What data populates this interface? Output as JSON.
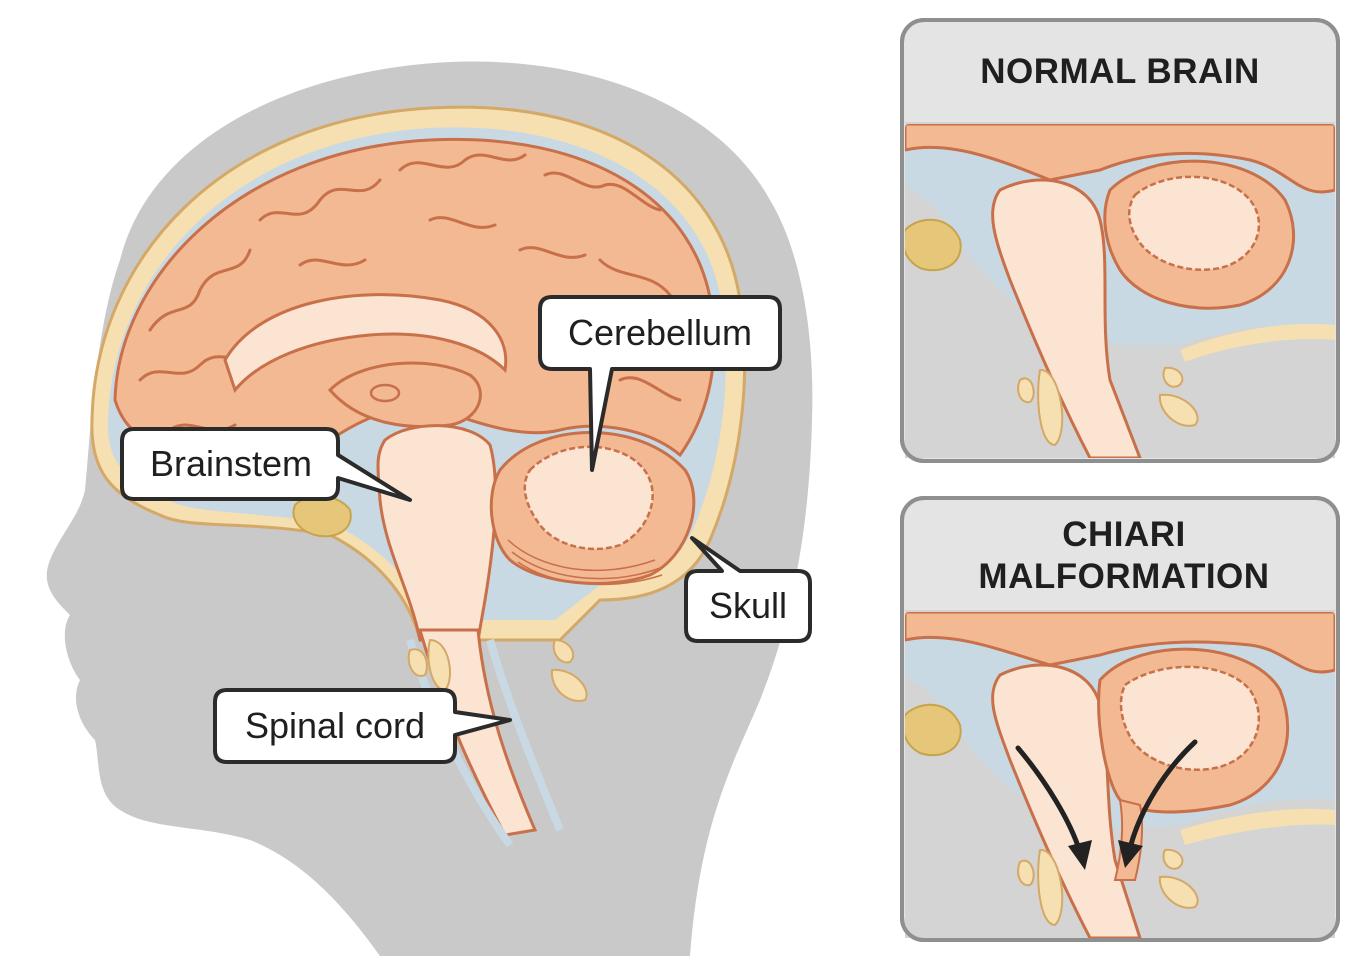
{
  "labels": {
    "cerebellum": "Cerebellum",
    "brainstem": "Brainstem",
    "skull": "Skull",
    "spinal_cord": "Spinal cord"
  },
  "panels": {
    "normal_title": "NORMAL BRAIN",
    "chiari_title_line1": "CHIARI",
    "chiari_title_line2": "MALFORMATION"
  },
  "colors": {
    "silhouette": "#c9c9c9",
    "skull_bone": "#f6dfb1",
    "csf": "#c9d9e3",
    "brain_tissue": "#f3b992",
    "brain_outline": "#c7704a",
    "white_matter": "#fbe4d2",
    "panel_bg": "#e4e4e4",
    "panel_border": "#8f8f8f",
    "callout_border": "#2b2b2b"
  }
}
